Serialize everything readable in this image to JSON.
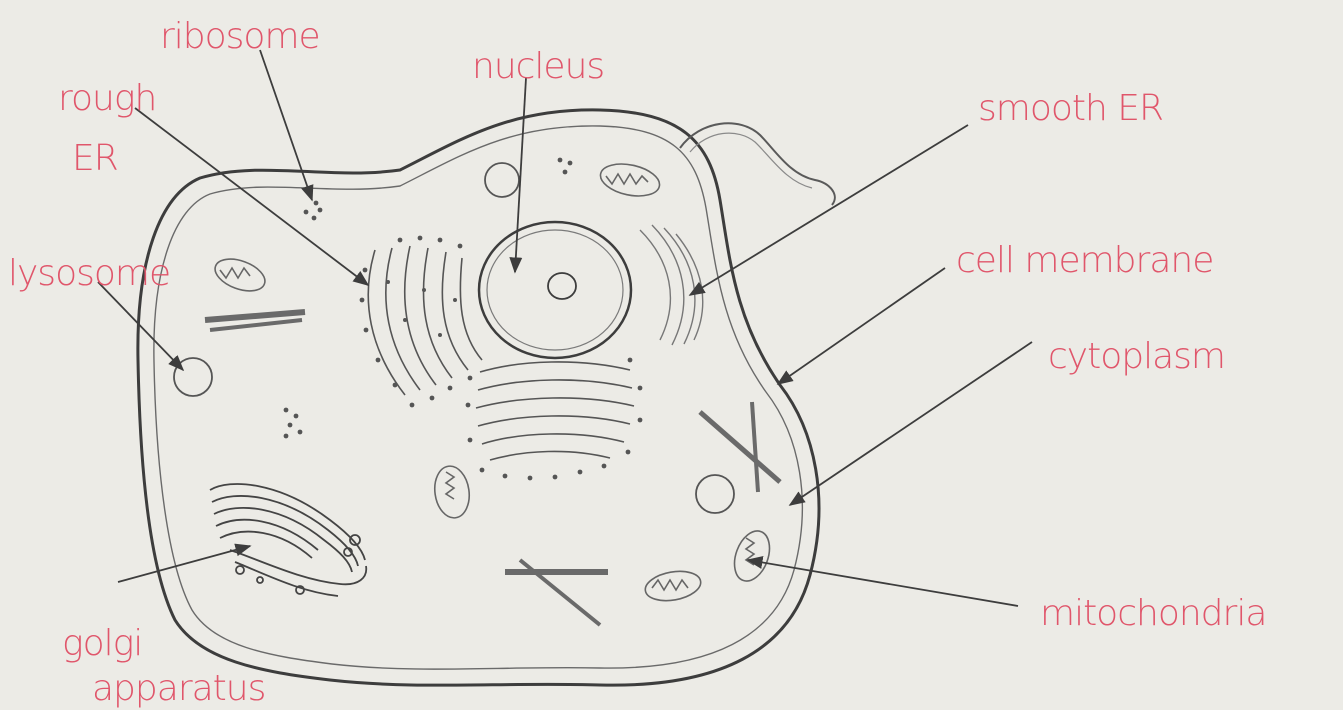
{
  "colors": {
    "paper": "#ecebe6",
    "ink": "#3d3d3d",
    "label_ink": "#e0566b"
  },
  "labels": {
    "ribosome": "ribosome",
    "rough_er_1": "rough",
    "rough_er_2": "ER",
    "nucleus": "nucleus",
    "smooth_er": "smooth ER",
    "lysosome": "lysosome",
    "cell_membrane": "cell membrane",
    "cytoplasm": "cytoplasm",
    "mitochondria": "mitochondria",
    "golgi_1": "golgi",
    "golgi_2": "apparatus"
  }
}
